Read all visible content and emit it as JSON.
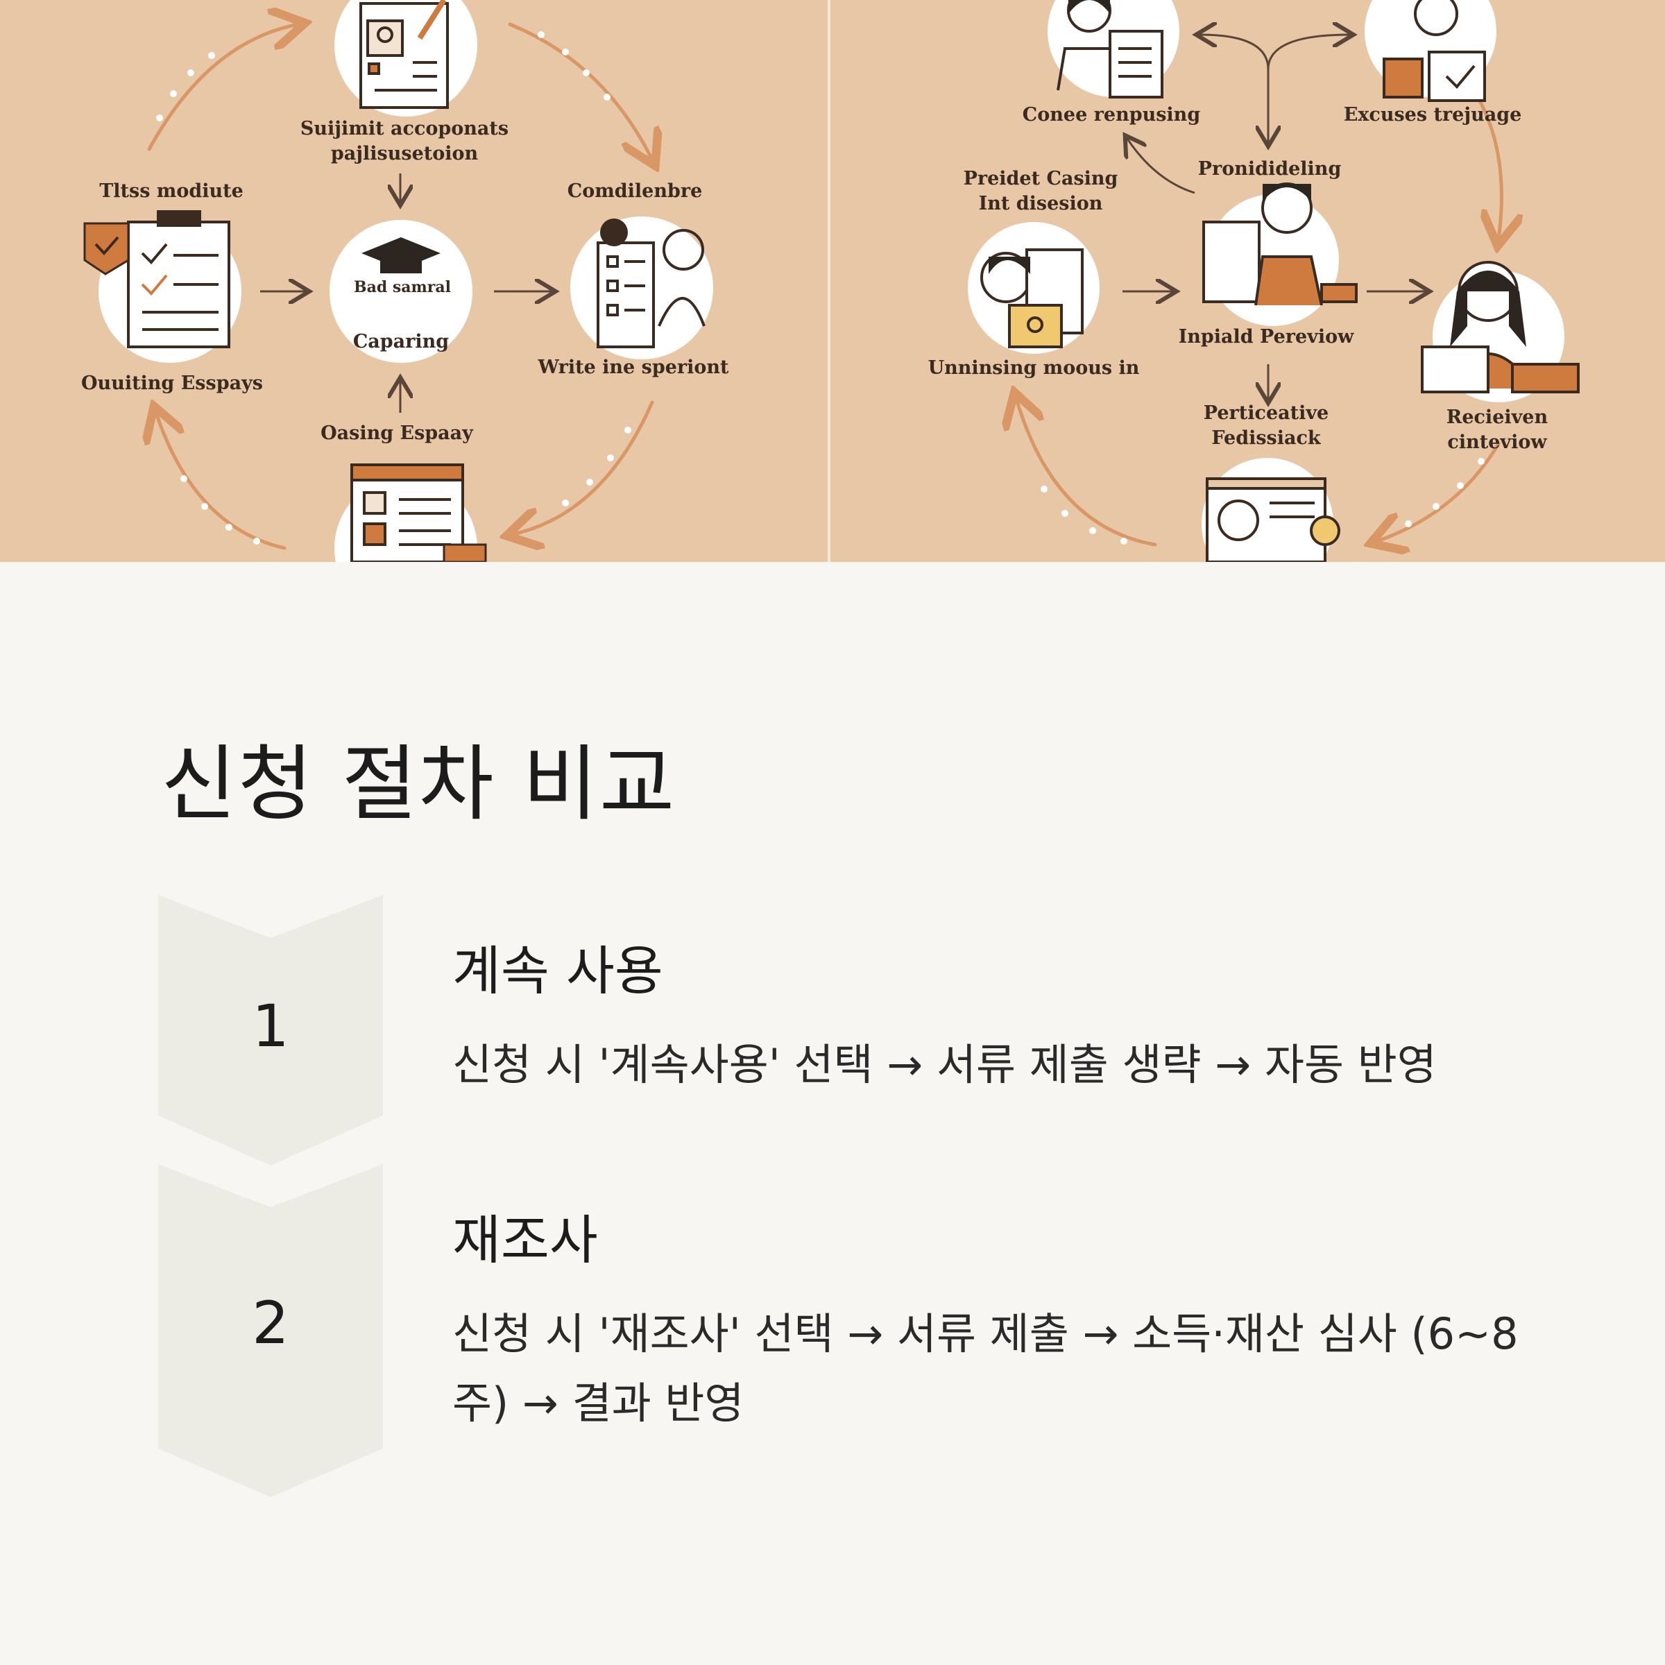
{
  "illustration": {
    "left_cycle": {
      "top": "Suijimit accoponats\npajlisusetoion",
      "right": "Comdilenbre",
      "right_bottom": "Write ine speriont",
      "left_top": "Tltss modiute",
      "left_bottom": "Ouuiting Esspays",
      "center_top": "Bad samral",
      "center_bottom": "Caparing",
      "bottom": "Oasing Espaay"
    },
    "right_cycle": {
      "top_left": "Conee renpusing",
      "top_right": "Excuses trejuage",
      "center_top": "Pronidideling",
      "left_upper": "Preidet Casing\nInt disesion",
      "left_lower": "Unninsing moous in",
      "center": "Inpiald Pereviow",
      "center_bottom": "Perticeative\nFedissiack",
      "right": "Recieiven cinteviow"
    }
  },
  "main": {
    "title": "신청 절차 비교",
    "steps": [
      {
        "number": "1",
        "title": "계속 사용",
        "description": "신청 시 '계속사용' 선택 → 서류 제출 생략 → 자동 반영"
      },
      {
        "number": "2",
        "title": "재조사",
        "description": "신청 시 '재조사' 선택 → 서류 제출 → 소득·재산 심사 (6~8주) → 결과 반영"
      }
    ]
  },
  "colors": {
    "illustration_bg": "#e8c7a6",
    "accent_orange": "#cf7a3f",
    "chevron": "#ecebe4",
    "page_bg": "#f8f6f2"
  }
}
